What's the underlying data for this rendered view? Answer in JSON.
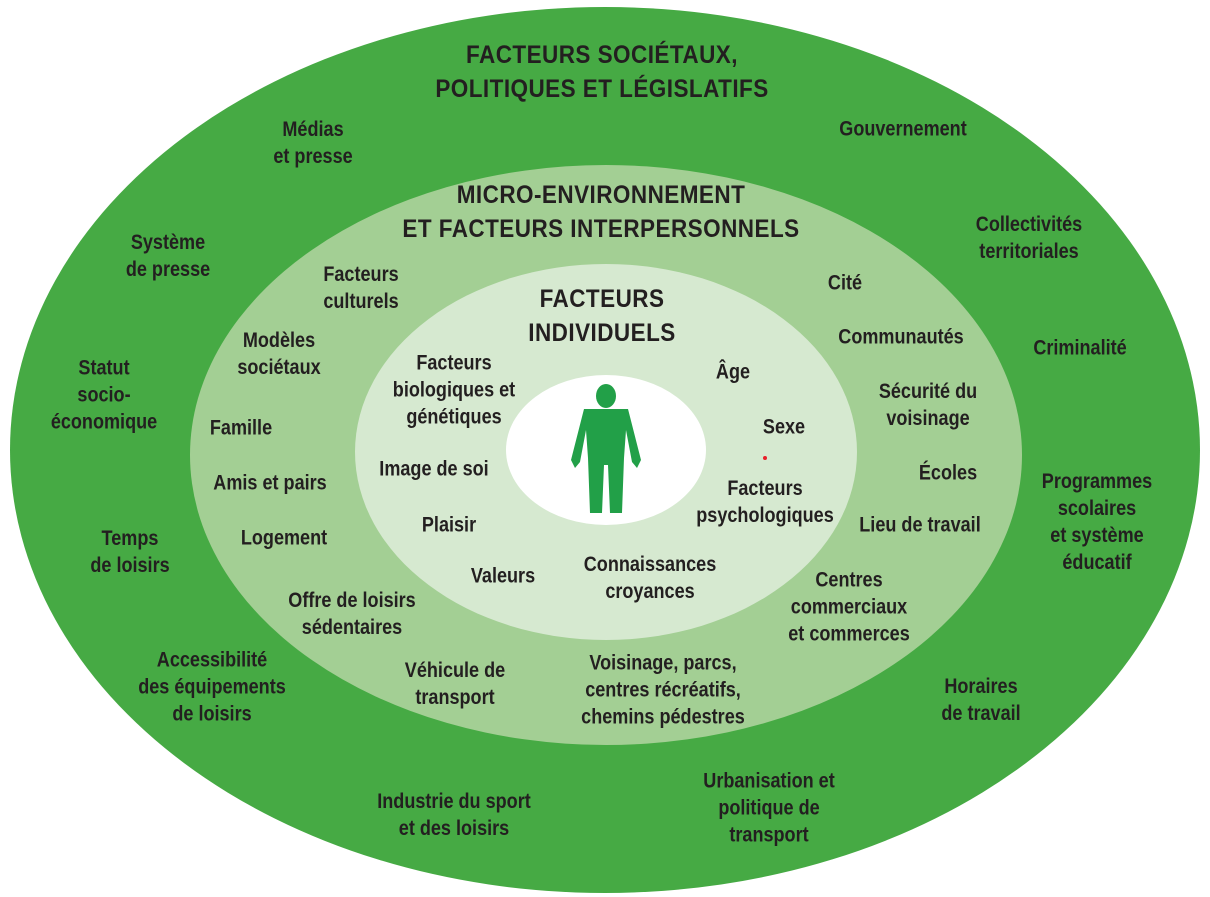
{
  "colors": {
    "outer": "#46aa44",
    "middle": "#a3cf94",
    "inner": "#d6e9d0",
    "center": "#ffffff",
    "figure": "#22a048",
    "text": "#231f20",
    "dot": "#e8202a"
  },
  "outer": {
    "title": "FACTEURS SOCIÉTAUX,\nPOLITIQUES ET LÉGISLATIFS",
    "items": [
      "Médias\net presse",
      "Gouvernement",
      "Système\nde presse",
      "Collectivités\nterritoriales",
      "Criminalité",
      "Statut\nsocio-\néconomique",
      "Programmes\nscolaires\net système\néducatif",
      "Temps\nde loisirs",
      "Accessibilité\ndes équipements\nde loisirs",
      "Horaires\nde travail",
      "Industrie du sport\net des loisirs",
      "Urbanisation et\npolitique de\ntransport"
    ]
  },
  "middle": {
    "title": "MICRO-ENVIRONNEMENT\nET FACTEURS INTERPERSONNELS",
    "items": [
      "Facteurs\nculturels",
      "Modèles\nsociétaux",
      "Famille",
      "Amis et pairs",
      "Logement",
      "Offre de loisirs\nsédentaires",
      "Véhicule de\ntransport",
      "Voisinage, parcs,\ncentres récréatifs,\nchemins pédestres",
      "Cité",
      "Communautés",
      "Sécurité du\nvoisinage",
      "Écoles",
      "Lieu de travail",
      "Centres\ncommerciaux\net commerces"
    ]
  },
  "inner": {
    "title": "FACTEURS\nINDIVIDUELS",
    "items": [
      "Facteurs\nbiologiques et\ngénétiques",
      "Âge",
      "Sexe",
      "Image de soi",
      "Facteurs\npsychologiques",
      "Plaisir",
      "Valeurs",
      "Connaissances\ncroyances"
    ]
  },
  "center": {
    "icon": "person-icon"
  }
}
